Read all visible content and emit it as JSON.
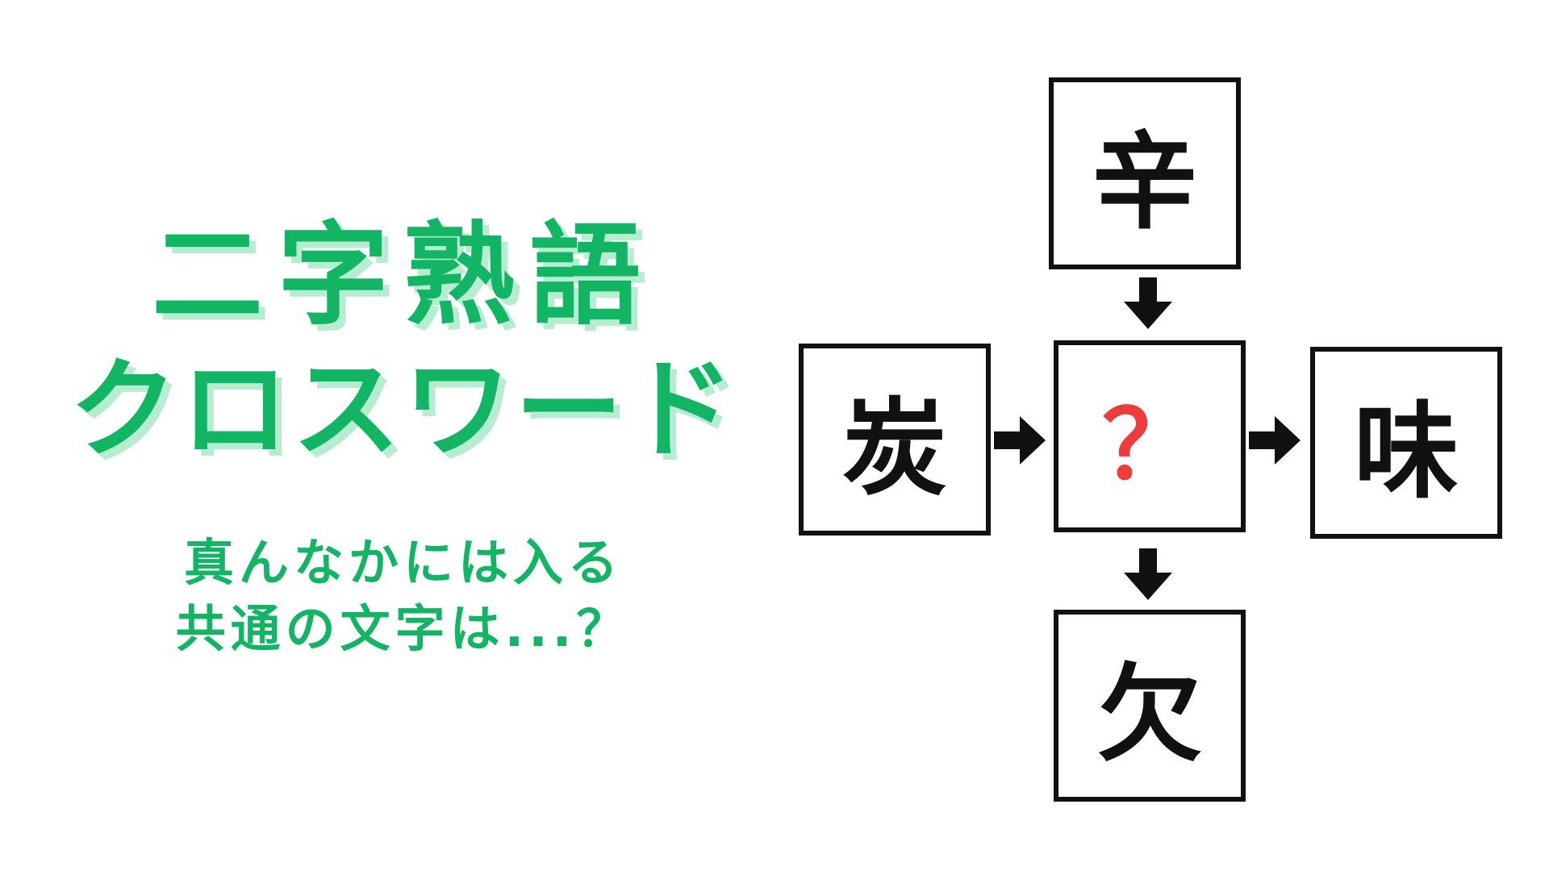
{
  "title": {
    "line1": "二字熟語",
    "line2": "クロスワード"
  },
  "subtitle": {
    "line1": "真んなかには入る",
    "line2": "共通の文字は...？"
  },
  "puzzle": {
    "top": "辛",
    "left": "炭",
    "center": "？",
    "right": "味",
    "bottom": "欠"
  },
  "colors": {
    "accent_green": "#11b564",
    "shadow_green": "#b6ecd0",
    "question_red": "#ee3b3b",
    "ink": "#111111"
  },
  "icons": {
    "down": "arrow-down-icon",
    "right": "arrow-right-icon"
  }
}
